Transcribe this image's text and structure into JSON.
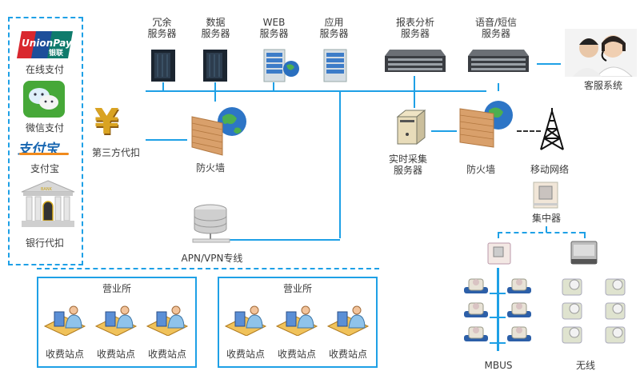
{
  "payment_panel": {
    "items": [
      {
        "label": "在线支付",
        "icon": "unionpay-logo",
        "logo_text": "UnionPay",
        "logo_sub": "银联"
      },
      {
        "label": "微信支付",
        "icon": "wechat-logo"
      },
      {
        "label": "支付宝",
        "icon": "alipay-logo",
        "logo_text": "支付宝"
      },
      {
        "label": "银行代扣",
        "icon": "bank-icon",
        "logo_text": "BANK"
      }
    ]
  },
  "third_party": {
    "label": "第三方代扣",
    "icon": "yuan-icon",
    "glyph": "¥"
  },
  "servers_top": [
    {
      "line1": "冗余",
      "line2": "服务器"
    },
    {
      "line1": "数据",
      "line2": "服务器"
    },
    {
      "line1": "WEB",
      "line2": "服务器"
    },
    {
      "line1": "应用",
      "line2": "服务器"
    },
    {
      "line1": "报表分析",
      "line2": "服务器"
    },
    {
      "line1": "语音/短信",
      "line2": "服务器"
    }
  ],
  "customer_service": {
    "label": "客服系统"
  },
  "firewall_left": {
    "label": "防火墙"
  },
  "apn": {
    "label": "APN/VPN专线"
  },
  "realtime_server": {
    "line1": "实时采集",
    "line2": "服务器"
  },
  "firewall_right": {
    "label": "防火墙"
  },
  "mobile_network": {
    "label": "移动网络"
  },
  "concentrator": {
    "label": "集中器"
  },
  "mbus": {
    "label": "MBUS"
  },
  "wireless": {
    "label": "无线"
  },
  "offices": [
    {
      "title": "营业所",
      "stations": [
        "收费站点",
        "收费站点",
        "收费站点"
      ]
    },
    {
      "title": "营业所",
      "stations": [
        "收费站点",
        "收费站点",
        "收费站点"
      ]
    }
  ],
  "colors": {
    "accent": "#1ea0e6"
  }
}
